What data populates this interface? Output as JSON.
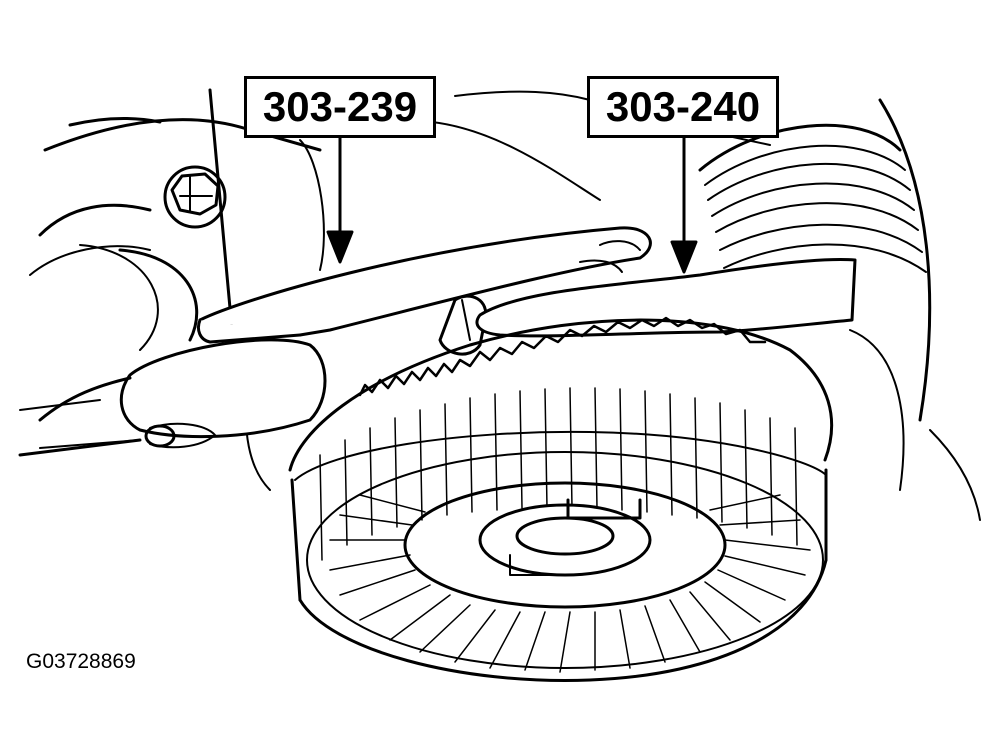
{
  "callouts": [
    {
      "label": "303-239"
    },
    {
      "label": "303-240"
    }
  ],
  "figure_id": "G03728869",
  "colors": {
    "line": "#000000",
    "background": "#ffffff"
  }
}
